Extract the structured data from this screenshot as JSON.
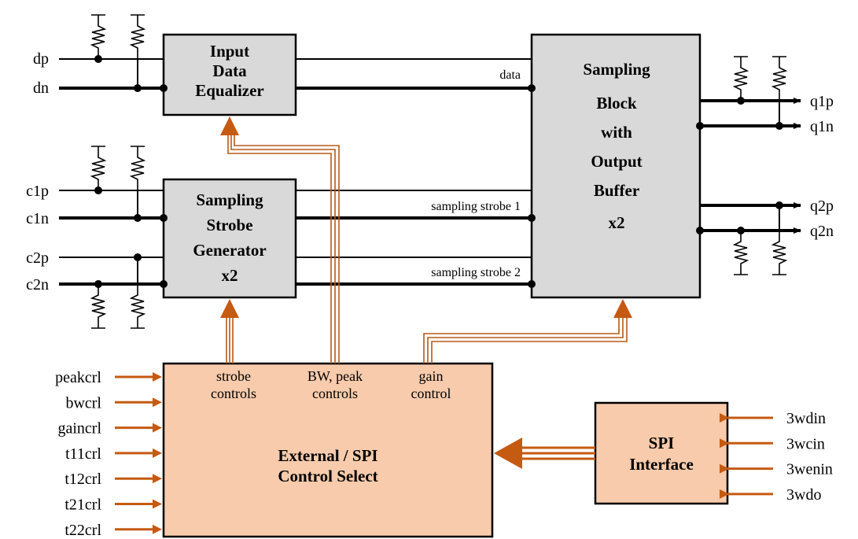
{
  "blocks": {
    "equalizer": [
      "Input",
      "Data",
      "Equalizer"
    ],
    "strobe_gen": [
      "Sampling",
      "Strobe",
      "Generator",
      "x2"
    ],
    "sampling_block": [
      "Sampling",
      "Block",
      "with",
      "Output",
      "Buffer",
      "x2"
    ],
    "control_select": [
      "External / SPI",
      "Control Select"
    ],
    "spi": [
      "SPI",
      "Interface"
    ]
  },
  "inputs_left": [
    "dp",
    "dn",
    "c1p",
    "c1n",
    "c2p",
    "c2n"
  ],
  "outputs_right": [
    "q1p",
    "q1n",
    "q2p",
    "q2n"
  ],
  "signals": {
    "data": "data",
    "strobe1": "sampling strobe 1",
    "strobe2": "sampling strobe 2"
  },
  "control_outputs": {
    "strobe": [
      "strobe",
      "controls"
    ],
    "bw_peak": [
      "BW, peak",
      "controls"
    ],
    "gain": [
      "gain",
      "control"
    ]
  },
  "control_inputs": [
    "peakcrl",
    "bwcrl",
    "gaincrl",
    "t11crl",
    "t12crl",
    "t21crl",
    "t22crl"
  ],
  "spi_inputs": [
    "3wdin",
    "3wcin",
    "3wenin",
    "3wdo"
  ],
  "colors": {
    "gray_block": "#d9d9d9",
    "control_block": "#f7cbac",
    "arrow_orange": "#c55a11"
  }
}
